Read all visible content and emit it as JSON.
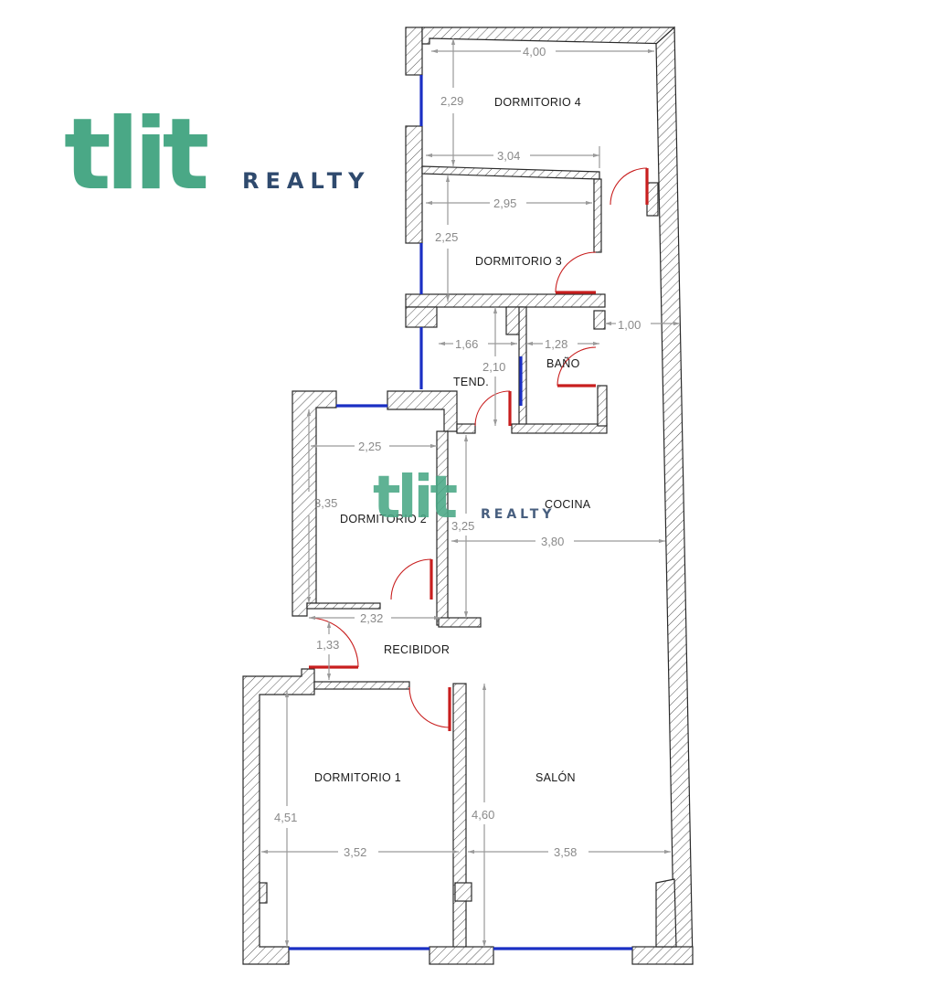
{
  "brand": {
    "logo_text": "tlit",
    "logo_sub": "REALTY",
    "logo_color": "#4aa886",
    "sub_color": "#2f4a6e"
  },
  "colors": {
    "wall_outline": "#2a2a2a",
    "window": "#1a2fc4",
    "door": "#c81e1e",
    "dimension": "#8a8a8a"
  },
  "rooms": {
    "dormitorio4": "DORMITORIO 4",
    "dormitorio3": "DORMITORIO 3",
    "bano": "BAÑO",
    "tend": "TEND.",
    "cocina": "COCINA",
    "dormitorio2": "DORMITORIO 2",
    "recibidor": "RECIBIDOR",
    "dormitorio1": "DORMITORIO 1",
    "salon": "SALÓN"
  },
  "dimensions": {
    "d4_width": "4,00",
    "d4_height": "2,29",
    "d3_top": "3,04",
    "d3_width": "2,95",
    "d3_height": "2,25",
    "corridor": "1,00",
    "tend_width": "1,66",
    "bano_width": "1,28",
    "tend_height": "2,10",
    "d2_width": "2,25",
    "d2_height": "3,35",
    "cocina_height": "3,25",
    "cocina_width": "3,80",
    "d2_bottom": "2,32",
    "recibidor": "1,33",
    "d1_height": "4,51",
    "d1_width": "3,52",
    "salon_height": "4,60",
    "salon_width": "3,58"
  }
}
